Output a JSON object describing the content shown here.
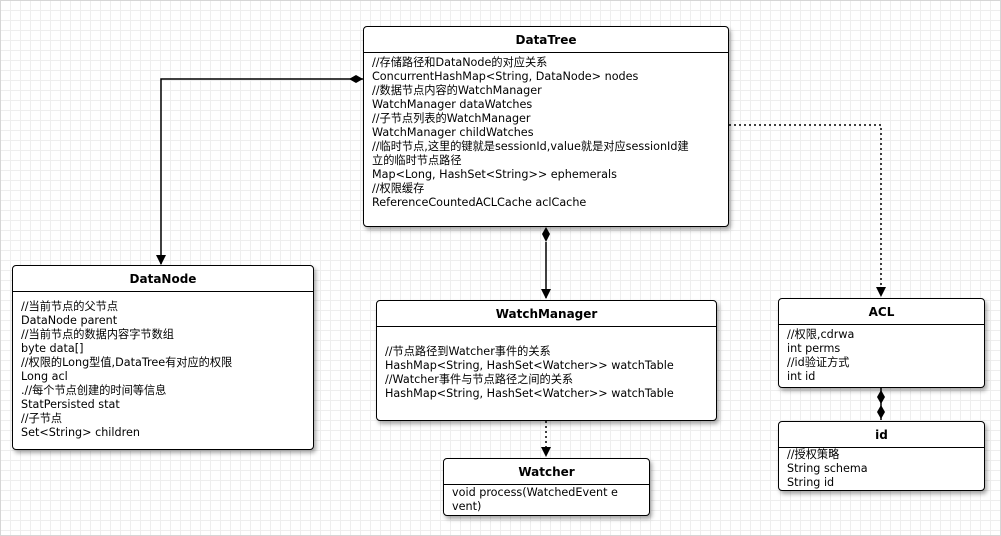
{
  "boxes": {
    "datatree": {
      "title": "DataTree",
      "lines": [
        "//存储路径和DataNode的对应关系",
        "ConcurrentHashMap<String, DataNode> nodes",
        "//数据节点内容的WatchManager",
        "WatchManager dataWatches",
        "//子节点列表的WatchManager",
        "WatchManager childWatches",
        "//临时节点,这里的键就是sessionId,value就是对应sessionId建",
        "立的临时节点路径",
        "Map<Long, HashSet<String>> ephemerals",
        "//权限缓存",
        "ReferenceCountedACLCache aclCache"
      ]
    },
    "datanode": {
      "title": "DataNode",
      "lines": [
        "//当前节点的父节点",
        "DataNode parent",
        "//当前节点的数据内容字节数组",
        "byte data[]",
        "//权限的Long型值,DataTree有对应的权限",
        "Long acl",
        ".//每个节点创建的时间等信息",
        "StatPersisted stat",
        "//子节点",
        "Set<String> children"
      ]
    },
    "watchmanager": {
      "title": "WatchManager",
      "lines": [
        "//节点路径到Watcher事件的关系",
        "HashMap<String, HashSet<Watcher>> watchTable",
        "//Watcher事件与节点路径之间的关系",
        "HashMap<String, HashSet<Watcher>> watchTable"
      ]
    },
    "watcher": {
      "title": "Watcher",
      "text": "void process(WatchedEvent event)"
    },
    "acl": {
      "title": "ACL",
      "lines": [
        "//权限,cdrwa",
        "int perms",
        "//id验证方式",
        "int id"
      ]
    },
    "id": {
      "title": "id",
      "lines": [
        "//授权策略",
        "String schema",
        "String id"
      ]
    }
  },
  "colors": {
    "border": "#000000",
    "grid": "#eeeeee",
    "box_fill": "#ffffff"
  }
}
